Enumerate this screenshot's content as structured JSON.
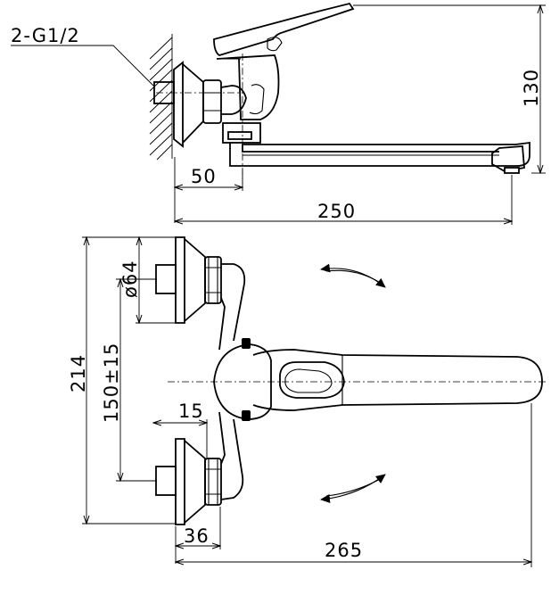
{
  "dimensions": {
    "thread": "2-G1/2",
    "height_side": "130",
    "offset_side": "50",
    "reach_side": "250",
    "flange_diameter": "ø64",
    "total_height": "214",
    "center_distance": "150±15",
    "nut_offset": "15",
    "wall_depth": "36",
    "spout_reach": "265"
  },
  "colors": {
    "line": "#000000",
    "background": "#ffffff"
  }
}
